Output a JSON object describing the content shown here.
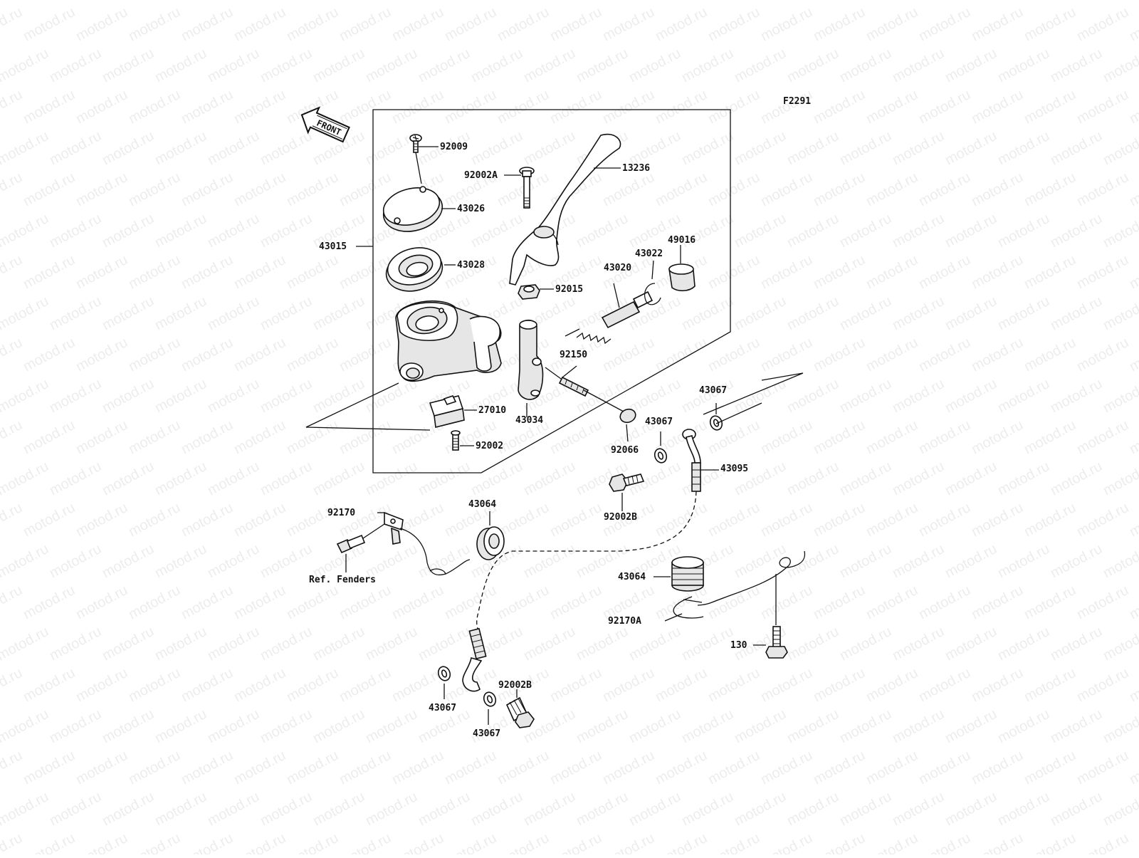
{
  "figure_code": "F2291",
  "front_arrow": "FRONT",
  "watermark": "motod.ru",
  "labels": {
    "p92009": "92009",
    "p92002A": "92002A",
    "p13236": "13236",
    "p43026": "43026",
    "p43015": "43015",
    "p43028": "43028",
    "p49016": "49016",
    "p43022": "43022",
    "p43020": "43020",
    "p92015": "92015",
    "p92150": "92150",
    "p27010": "27010",
    "p43034": "43034",
    "p92002": "92002",
    "p43067a": "43067",
    "p43067b": "43067",
    "p92066": "92066",
    "p43095": "43095",
    "p92002B_top": "92002B",
    "p92170": "92170",
    "p43064_left": "43064",
    "ref_fenders": "Ref. Fenders",
    "p43064_right": "43064",
    "p92170A": "92170A",
    "p130": "130",
    "p92002B_bottom": "92002B",
    "p43067c": "43067",
    "p43067d": "43067"
  }
}
